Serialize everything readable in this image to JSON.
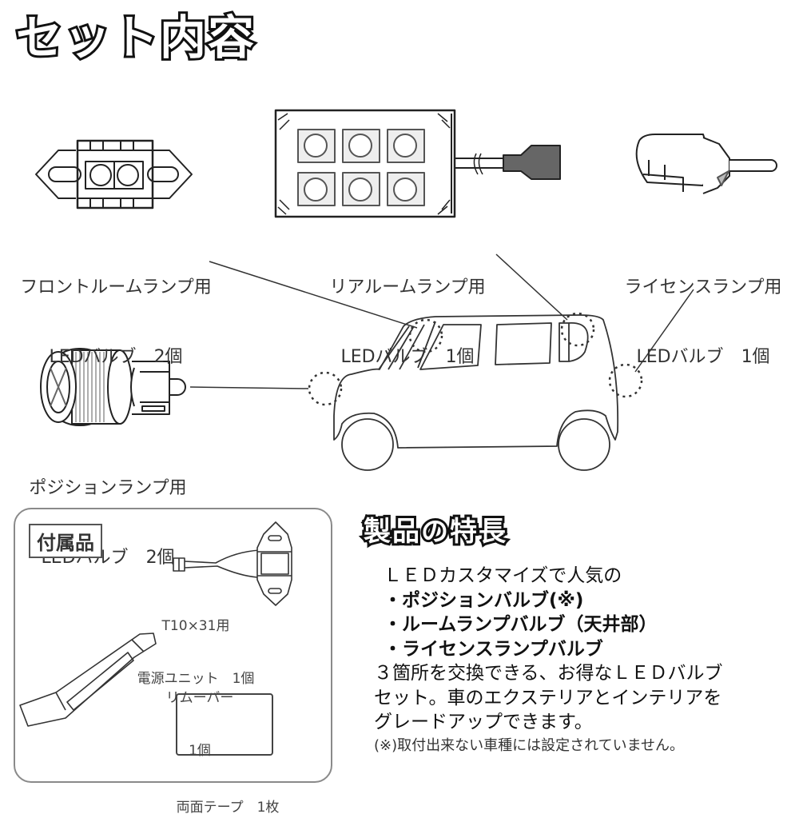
{
  "title": "セット内容",
  "products": [
    {
      "id": "front-room",
      "name": "フロントルームランプ用",
      "type": "LEDバルブ",
      "qty": "2個"
    },
    {
      "id": "rear-room",
      "name": "リアルームランプ用",
      "type": "LEDバルブ",
      "qty": "1個"
    },
    {
      "id": "license",
      "name": "ライセンスランプ用",
      "type": "LEDバルブ",
      "qty": "1個"
    },
    {
      "id": "position",
      "name": "ポジションランプ用",
      "type": "LEDバルブ",
      "qty": "2個"
    }
  ],
  "accessories": {
    "label": "付属品",
    "items": [
      {
        "id": "power-unit",
        "line1": "T10×31用",
        "line2": "電源ユニット　1個"
      },
      {
        "id": "remover",
        "line1": "リムーバー",
        "line2": "1個"
      },
      {
        "id": "tape",
        "line1": "両面テープ　1枚"
      }
    ]
  },
  "features": {
    "title": "製品の特長",
    "intro": "ＬＥＤカスタマイズで人気の",
    "bullets": [
      "・ポジションバルブ(※)",
      "・ルームランプバルブ（天井部）",
      "・ライセンスランプバルブ"
    ],
    "body": [
      "３箇所を交換できる、お得なＬＥＤバルブ",
      "セット。車のエクステリアとインテリアを",
      "グレードアップできます。"
    ],
    "note": "(※)取付出来ない車種には設定されていません。"
  }
}
